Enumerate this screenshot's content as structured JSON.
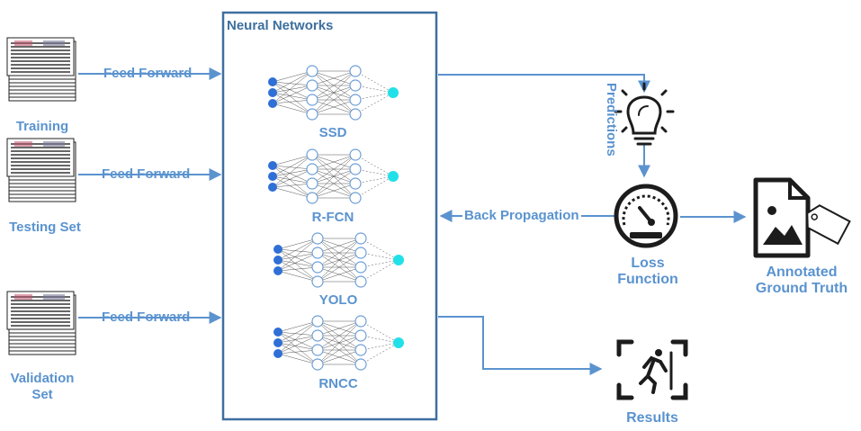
{
  "title": "Neural Networks",
  "datasets": [
    {
      "label": "Training",
      "arrow": "Feed Forward"
    },
    {
      "label": "Testing Set",
      "arrow": "Feed Forward"
    },
    {
      "label_lines": [
        "Validation",
        "Set"
      ],
      "arrow": "Feed Forward"
    }
  ],
  "networks": [
    "SSD",
    "R-FCN",
    "YOLO",
    "RNCC"
  ],
  "predictions_label": "Predictions",
  "back_propagation_label": "Back Propagation",
  "loss_label_lines": [
    "Loss",
    "Function"
  ],
  "ground_truth_label_lines": [
    "Annotated",
    "Ground Truth"
  ],
  "results_label": "Results",
  "colors": {
    "line": "#5b93cf",
    "box": "#3f6f9f",
    "input_node": "#2f6fd6",
    "output_node": "#22e0e8",
    "icon": "#1c1c1c"
  },
  "icons": [
    "document-stack-icon",
    "lightbulb-icon",
    "gauge-icon",
    "image-file-tag-icon",
    "person-running-frame-icon"
  ]
}
